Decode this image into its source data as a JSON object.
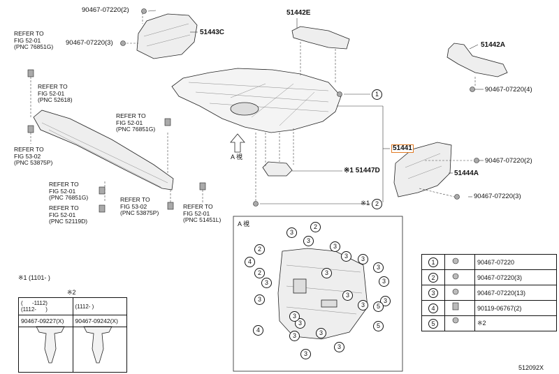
{
  "callouts": {
    "p51443c_bolt_top": "90467-07220(2)",
    "p51443c_bolt_left": "90467-07220(3)",
    "p51443c": "51443C",
    "p51442e": "51442E",
    "p51442a": "51442A",
    "p51442a_bolt": "90467-07220(4)",
    "p51441": "51441",
    "p51444a_bolt_top": "90467-07220(2)",
    "p51444a": "51444A",
    "p51444a_bolt_bottom": "90467-07220(3)",
    "p51447d": "※1 51447D",
    "ref_note_2": "※1",
    "view_arrow": "A 視",
    "view_box_title": "A 視",
    "diagram_code": "512092X"
  },
  "refs": {
    "r1": "REFER TO\nFIG 52-01\n(PNC 76851G)",
    "r2": "REFER TO\nFIG 52-01\n(PNC 52618)",
    "r3": "REFER TO\nFIG 53-02\n(PNC 53875P)",
    "r4": "REFER TO\nFIG 52-01\n(PNC 76851G)",
    "r5": "REFER TO\nFIG 52-01\n(PNC 76851G)",
    "r6": "REFER TO\nFIG 52-01\n(PNC 52119D)",
    "r7": "REFER TO\nFIG 53-02\n(PNC 53875P)",
    "r8": "REFER TO\nFIG 52-01\n(PNC 51451L)"
  },
  "callout_numbers": {
    "c1": "1",
    "c2": "2"
  },
  "legend": {
    "rows": [
      {
        "num": "1",
        "part": "90467-07220"
      },
      {
        "num": "2",
        "part": "90467-07220(3)"
      },
      {
        "num": "3",
        "part": "90467-07220(13)"
      },
      {
        "num": "4",
        "part": "90119-06767(2)"
      },
      {
        "num": "5",
        "part": "※2"
      }
    ]
  },
  "clip_table": {
    "note": "※1 (1101-       )",
    "group_label": "※2",
    "col1_head": "(      -1112)\n(1112-      )",
    "col2_head": "(1112-      )",
    "col1_part": "90467-09227(X)",
    "col2_part": "90467-09242(X)"
  },
  "view_numbers": [
    "2",
    "3",
    "3",
    "2",
    "4",
    "2",
    "3",
    "3",
    "3",
    "3",
    "3",
    "3",
    "3",
    "3",
    "4",
    "3",
    "3",
    "3",
    "3",
    "3",
    "3",
    "5",
    "5",
    "3",
    "3",
    "3"
  ]
}
